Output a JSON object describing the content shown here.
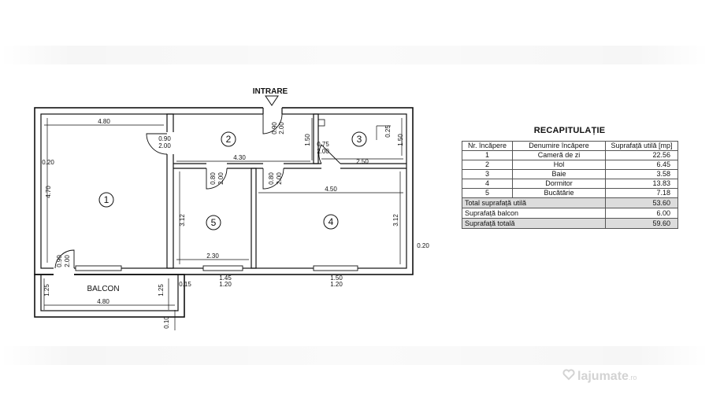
{
  "plan": {
    "entrance": "INTRARE",
    "rooms": [
      "1",
      "2",
      "3",
      "4",
      "5"
    ],
    "balcony": "BALCON",
    "dims": {
      "d_4_80_top": "4.80",
      "d_0_90_door_left": "0.90",
      "d_2_00_door_left": "2.00",
      "d_0_90_entry": "0.90",
      "d_2_00_entry": "2.00",
      "d_1_50_bath_left": "1.50",
      "d_0_75_bath": "0.75",
      "d_2_00_bath": "2.00",
      "d_0_25_bath": "0.25",
      "d_1_50_bath_right": "1.50",
      "d_4_30": "4.30",
      "d_2_50": "2.50",
      "d_0_20_left": "0.20",
      "d_4_70": "4.70",
      "d_0_80_r5": "0.80",
      "d_2_00_r5": "2.00",
      "d_0_80_r4": "0.80",
      "d_2_00_r4": "2.00",
      "d_4_50": "4.50",
      "d_3_12_r5": "3.12",
      "d_3_12_r4": "3.12",
      "d_2_30": "2.30",
      "d_0_20_right": "0.20",
      "d_0_90_balc_door": "0.90",
      "d_2_00_balc_door": "2.00",
      "d_1_45": "1.45",
      "d_1_20_a": "1.20",
      "d_1_50_win": "1.50",
      "d_1_20_b": "1.20",
      "d_1_25_left": "1.25",
      "d_1_25_right": "1.25",
      "d_0_15": "0.15",
      "d_4_80_bottom": "4.80",
      "d_0_10": "0.10"
    }
  },
  "recap": {
    "title": "RECAPITULAȚIE",
    "headers": [
      "Nr. încăpere",
      "Denumire încăpere",
      "Suprafață utilă [mp]"
    ],
    "rows": [
      {
        "nr": "1",
        "name": "Cameră de zi",
        "area": "22.56"
      },
      {
        "nr": "2",
        "name": "Hol",
        "area": "6.45"
      },
      {
        "nr": "3",
        "name": "Baie",
        "area": "3.58"
      },
      {
        "nr": "4",
        "name": "Dormitor",
        "area": "13.83"
      },
      {
        "nr": "5",
        "name": "Bucătărie",
        "area": "7.18"
      }
    ],
    "totals": [
      {
        "label": "Total suprafață utilă",
        "value": "53.60"
      },
      {
        "label": "Suprafață balcon",
        "value": "6.00"
      },
      {
        "label": "Suprafață totală",
        "value": "59.60"
      }
    ]
  },
  "watermark": {
    "text": "lajumate",
    "suffix": ".ro"
  }
}
